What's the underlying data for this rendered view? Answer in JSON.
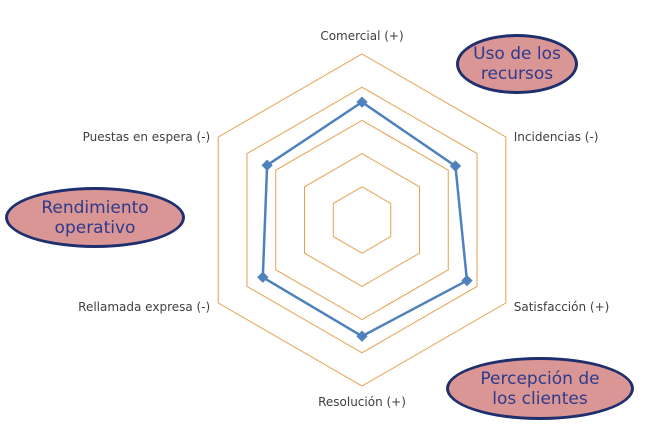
{
  "chart_data": {
    "type": "radar",
    "title": "",
    "axes": [
      "Comercial  (+)",
      "Incidencias  (-)",
      "Satisfacción (+)",
      "Resolución (+)",
      "Rellamada expresa (-)",
      "Puestas en espera (-)"
    ],
    "series": [
      {
        "name": "",
        "values": [
          3.55,
          3.25,
          3.65,
          3.5,
          3.45,
          3.3
        ],
        "color": "#4f81bd"
      }
    ],
    "rmax": 5,
    "rings": [
      1,
      2,
      3,
      4,
      5
    ],
    "grid_color": "#e6a050",
    "grid": true
  },
  "annotations": {
    "uso": "Uso de los recursos",
    "rendimiento": "Rendimiento operativo",
    "percepcion": "Percepción de los clientes"
  }
}
